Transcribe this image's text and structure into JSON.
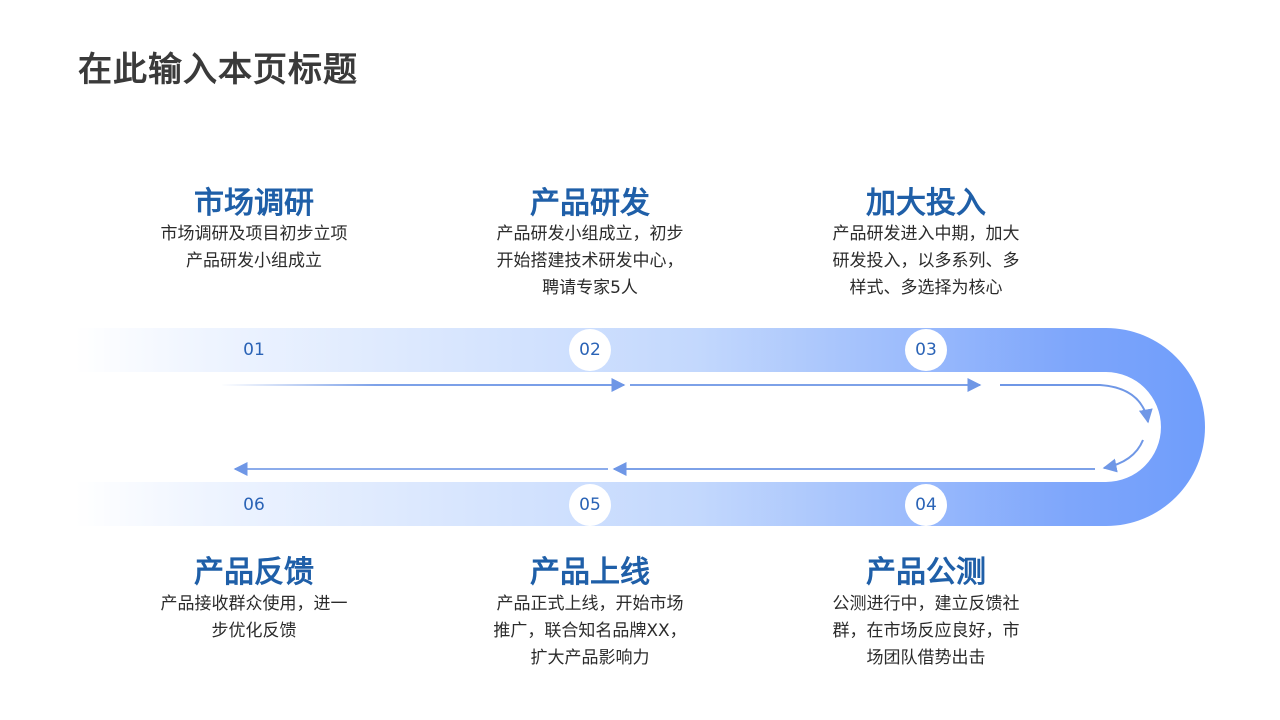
{
  "page": {
    "title": "在此输入本页标题"
  },
  "colors": {
    "accent": "#1f5fa8",
    "road_start": "#ffffff",
    "road_end": "#6f9dfb",
    "arrow": "#6f97e6"
  },
  "steps": [
    {
      "number": "01",
      "title": "市场调研",
      "desc_lines": [
        "市场调研及项目初步立项",
        "产品研发小组成立"
      ]
    },
    {
      "number": "02",
      "title": "产品研发",
      "desc_lines": [
        "产品研发小组成立，初步",
        "开始搭建技术研发中心，",
        "聘请专家5人"
      ]
    },
    {
      "number": "03",
      "title": "加大投入",
      "desc_lines": [
        "产品研发进入中期，加大",
        "研发投入，以多系列、多",
        "样式、多选择为核心"
      ]
    },
    {
      "number": "04",
      "title": "产品公测",
      "desc_lines": [
        "公测进行中，建立反馈社",
        "群，在市场反应良好，市",
        "场团队借势出击"
      ]
    },
    {
      "number": "05",
      "title": "产品上线",
      "desc_lines": [
        "产品正式上线，开始市场",
        "推广，联合知名品牌XX，",
        "扩大产品影响力"
      ]
    },
    {
      "number": "06",
      "title": "产品反馈",
      "desc_lines": [
        "产品接收群众使用，进一",
        "步优化反馈"
      ]
    }
  ]
}
